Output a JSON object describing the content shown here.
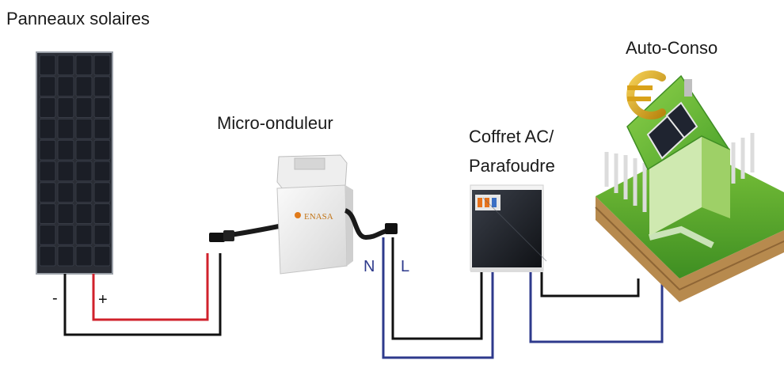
{
  "labels": {
    "solar_panels": "Panneaux solaires",
    "micro_inverter": "Micro-onduleur",
    "ac_box_line1": "Coffret AC/",
    "ac_box_line2": "Parafoudre",
    "self_consumption": "Auto-Conso",
    "minus": "-",
    "plus": "+",
    "neutral": "N",
    "live": "L"
  },
  "inverter_brand": "ENASA",
  "colors": {
    "dc_negative": "#111111",
    "dc_positive": "#d0212b",
    "ac_neutral": "#2e3a8c",
    "ac_live": "#111111",
    "panel_cell": "#1b1e26",
    "grass": "#3f9a2a",
    "euro_gold": "#d9a21a"
  },
  "icons": [
    "solar-panel-icon",
    "micro-inverter-icon",
    "ac-breaker-box-icon",
    "house-icon",
    "euro-icon"
  ]
}
